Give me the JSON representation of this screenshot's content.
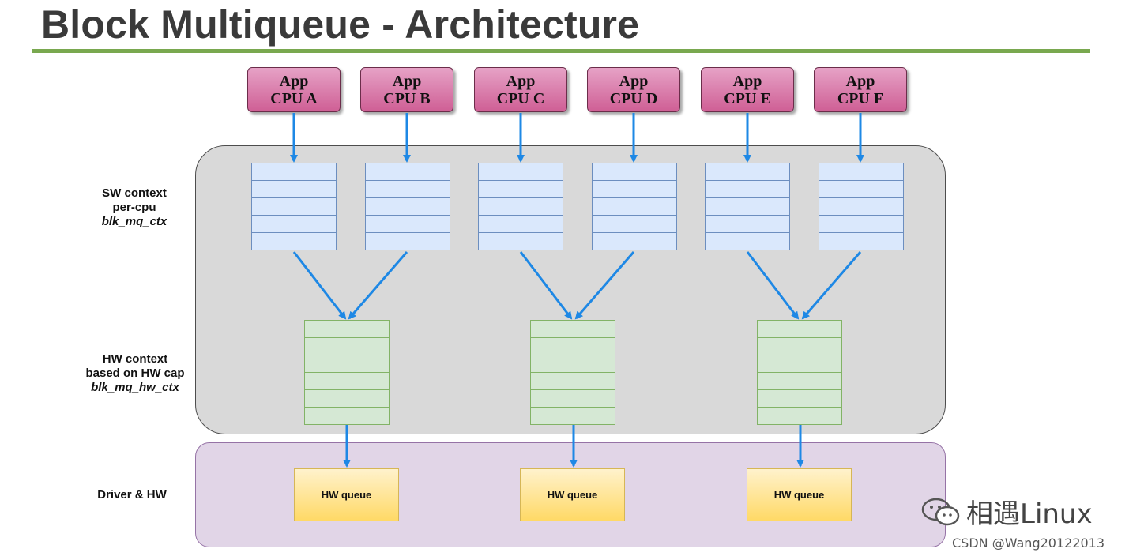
{
  "title": "Block Multiqueue - Architecture",
  "apps": [
    {
      "line1": "App",
      "line2": "CPU A"
    },
    {
      "line1": "App",
      "line2": "CPU B"
    },
    {
      "line1": "App",
      "line2": "CPU C"
    },
    {
      "line1": "App",
      "line2": "CPU D"
    },
    {
      "line1": "App",
      "line2": "CPU E"
    },
    {
      "line1": "App",
      "line2": "CPU F"
    }
  ],
  "labels": {
    "sw": {
      "line1": "SW context",
      "line2": "per-cpu",
      "line3": "blk_mq_ctx"
    },
    "hw": {
      "line1": "HW context",
      "line2": "based on HW cap",
      "line3": "blk_mq_hw_ctx"
    },
    "driver": "Driver & HW"
  },
  "hw_queues": [
    "HW queue",
    "HW queue",
    "HW queue"
  ],
  "colors": {
    "arrow": "#1e88e5",
    "title_rule": "#79a84f",
    "app_fill": "#d9709f",
    "sw_queue": "#dae8fc",
    "hw_ctx_queue": "#d5e8d4",
    "hw_queue": "#ffd966",
    "sw_panel": "#d9d9d9",
    "driver_panel": "#e1d5e7"
  },
  "watermark": {
    "icon": "wechat-icon",
    "text": "相遇Linux",
    "csdn": "CSDN @Wang20122013"
  }
}
